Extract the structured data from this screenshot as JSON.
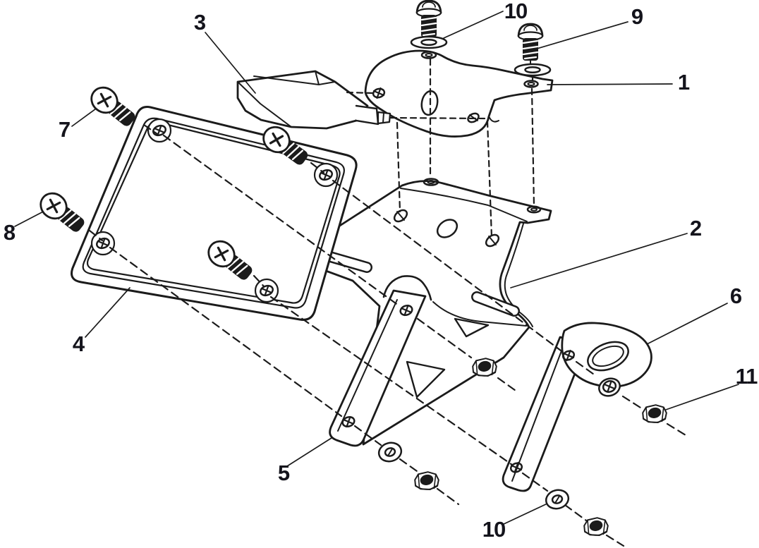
{
  "figure": {
    "colors": {
      "background": "#ffffff",
      "line": "#1b1b1b",
      "label": "#14141c"
    },
    "callouts": [
      {
        "id": "1",
        "text": "1"
      },
      {
        "id": "2",
        "text": "2"
      },
      {
        "id": "3",
        "text": "3"
      },
      {
        "id": "4",
        "text": "4"
      },
      {
        "id": "5",
        "text": "5"
      },
      {
        "id": "6",
        "text": "6"
      },
      {
        "id": "7",
        "text": "7"
      },
      {
        "id": "8",
        "text": "8"
      },
      {
        "id": "9",
        "text": "9"
      },
      {
        "id": "10-top",
        "text": "10"
      },
      {
        "id": "10-bottom",
        "text": "10"
      },
      {
        "id": "11",
        "text": "11"
      }
    ]
  }
}
